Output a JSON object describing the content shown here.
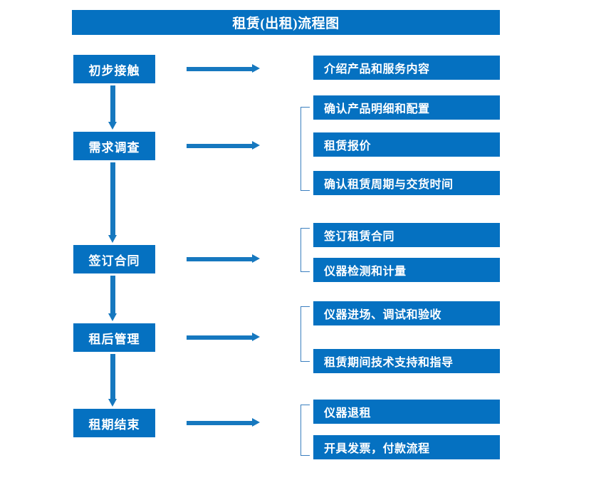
{
  "diagram": {
    "title": "租赁(出租)流程图",
    "colors": {
      "box_fill": "#0571c1",
      "box_text": "#ffffff",
      "arrow": "#1678bf",
      "bracket": "#3b7fbf",
      "background": "#ffffff"
    },
    "stages": [
      {
        "id": "stage-1",
        "label": "初步接触"
      },
      {
        "id": "stage-2",
        "label": "需求调查"
      },
      {
        "id": "stage-3",
        "label": "签订合同"
      },
      {
        "id": "stage-4",
        "label": "租后管理"
      },
      {
        "id": "stage-5",
        "label": "租期结束"
      }
    ],
    "details": [
      {
        "group": 1,
        "items": [
          "介绍产品和服务内容"
        ]
      },
      {
        "group": 2,
        "items": [
          "确认产品明细和配置",
          "租赁报价",
          "确认租赁周期与交货时间"
        ]
      },
      {
        "group": 3,
        "items": [
          "签订租赁合同",
          "仪器检测和计量"
        ]
      },
      {
        "group": 4,
        "items": [
          "仪器进场、调试和验收",
          "租赁期间技术支持和指导"
        ]
      },
      {
        "group": 5,
        "items": [
          "仪器退租",
          "开具发票，付款流程"
        ]
      }
    ],
    "detail_flat": [
      "介绍产品和服务内容",
      "确认产品明细和配置",
      "租赁报价",
      "确认租赁周期与交货时间",
      "签订租赁合同",
      "仪器检测和计量",
      "仪器进场、调试和验收",
      "租赁期间技术支持和指导",
      "仪器退租",
      "开具发票，付款流程"
    ],
    "connectors": {
      "down_arrow_count": 4,
      "right_arrow_count": 5,
      "bracket_count": 4
    }
  }
}
